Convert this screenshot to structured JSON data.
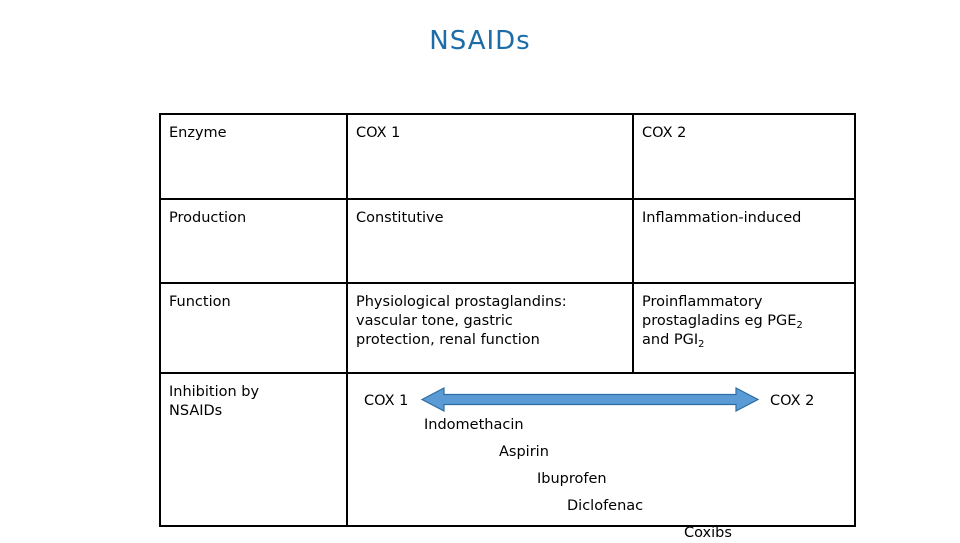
{
  "slide": {
    "title": "NSAIDs",
    "title_color": "#1B6CA8"
  },
  "table": {
    "rows": [
      {
        "label": "Enzyme",
        "cox1": "COX 1",
        "cox2": "COX 2"
      },
      {
        "label": "Production",
        "cox1": "Constitutive",
        "cox2": "Inflammation-induced"
      },
      {
        "label": "Function",
        "cox1_lines": [
          "Physiological prostaglandins:",
          "vascular tone, gastric",
          "protection, renal function"
        ],
        "cox2_lines": [
          "Proinflammatory",
          "prostagladins eg PGE",
          "and PGI"
        ],
        "cox2_sub_1": "2",
        "cox2_sub_2": "2"
      },
      {
        "label_lines": [
          "Inhibition by",
          "NSAIDs"
        ],
        "diagram": {
          "left_label": "COX 1",
          "right_label": "COX 2",
          "arrow_color": "#5B9BD5",
          "arrow_outline": "#2E6DA4",
          "arrow_type": "double-headed-horizontal",
          "drugs": [
            "Indomethacin",
            "Aspirin",
            "Ibuprofen",
            "Diclofenac",
            "Coxibs"
          ]
        }
      }
    ]
  }
}
